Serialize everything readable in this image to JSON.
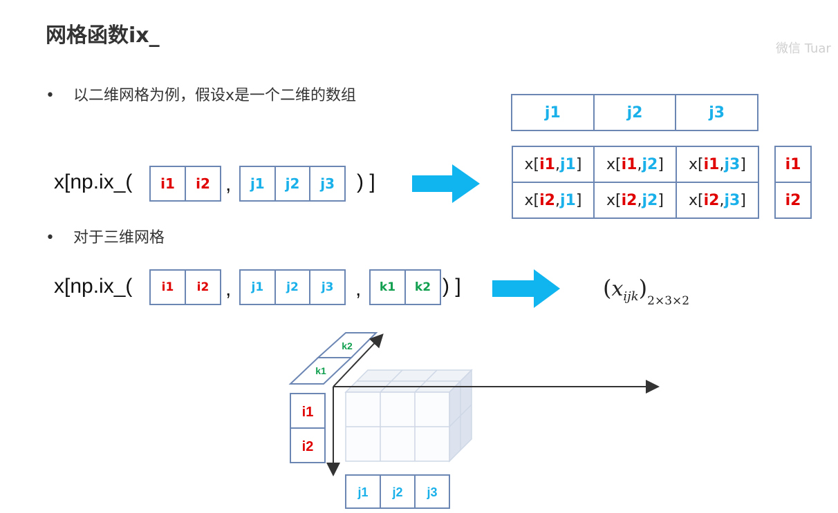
{
  "title": "网格函数ix_",
  "watermark": "微信 Tuar",
  "bullets": [
    "以二维网格为例，假设x是一个二维的数组",
    "对于三维网格"
  ],
  "expr_prefix": "x[np.ix_(",
  "comma": ",",
  "expr_suffix": ") ]",
  "i": [
    "i1",
    "i2"
  ],
  "j": [
    "j1",
    "j2",
    "j3"
  ],
  "k": [
    "k1",
    "k2"
  ],
  "result_table": {
    "open": "x[",
    "sep": ", ",
    "close": "]"
  },
  "formula": {
    "base": "x",
    "subscript": "ijk",
    "shape": "2×3×2"
  },
  "colors": {
    "i": "#e00000",
    "j": "#1ab0ea",
    "k": "#12a050",
    "arrow": "#10b4ee",
    "border": "#6c86b4"
  }
}
